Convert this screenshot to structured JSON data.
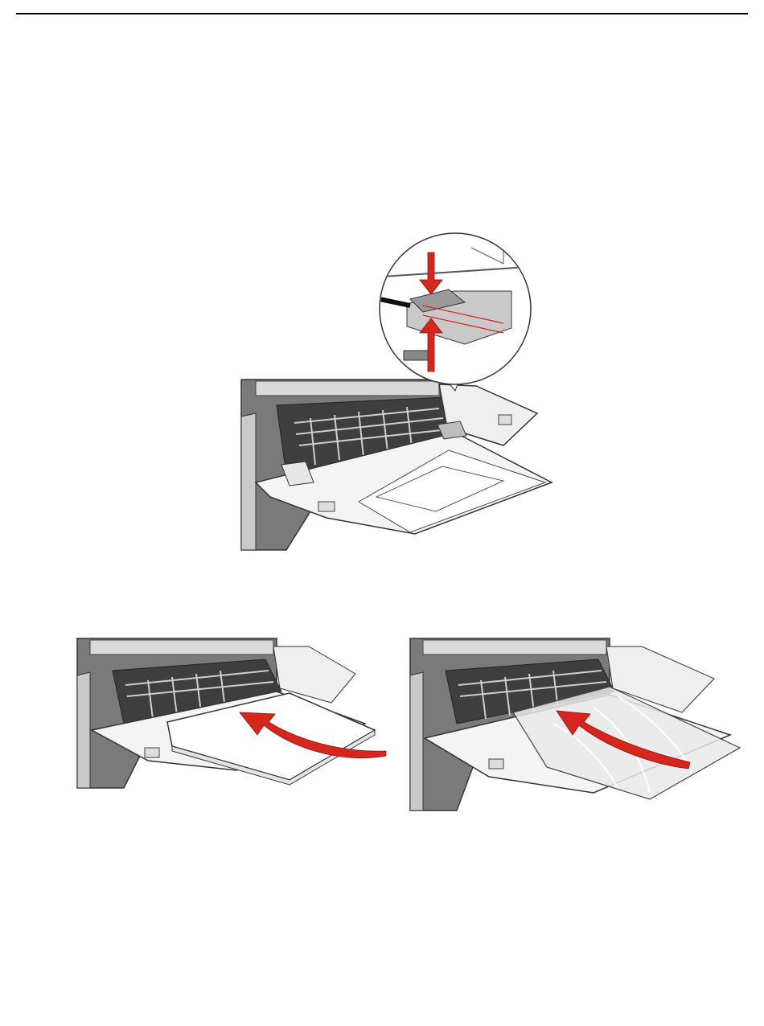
{
  "page": {
    "header_rule": true,
    "accent_color": "#d7261e",
    "printer_body_color": "#7a7a7a",
    "figures": [
      {
        "name": "adjust-width-guides",
        "icon": "printer-multipurpose-feeder-with-magnified-guide"
      },
      {
        "name": "load-paper-stack",
        "icon": "printer-feeder-paper-insert"
      },
      {
        "name": "load-transparency",
        "icon": "printer-feeder-transparency-insert"
      }
    ]
  }
}
